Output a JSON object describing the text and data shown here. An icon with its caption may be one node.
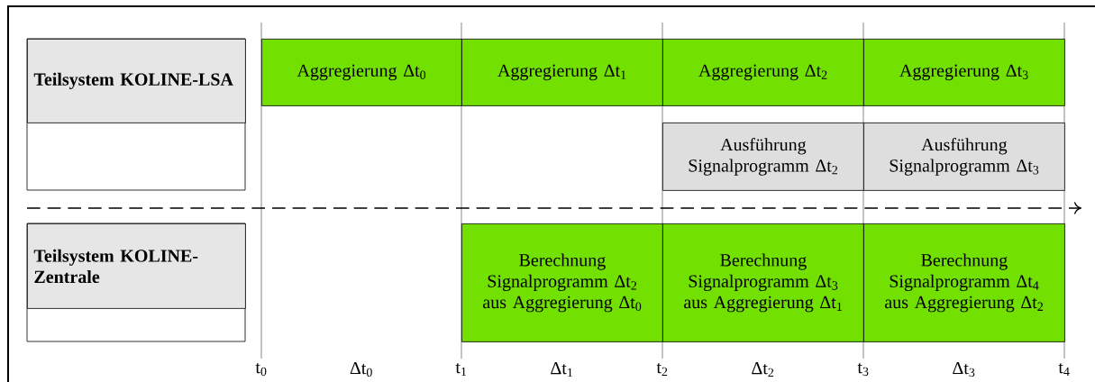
{
  "diagram": {
    "nodes": [
      {
        "text": [
          "Teilsystem KOLINE-LSA"
        ]
      },
      {
        "text": [
          "Teilsystem KOLINE-Zentrale"
        ]
      },
      {
        "text": [
          "Aggregierung Δt$_{0}$"
        ]
      },
      {
        "text": [
          "Aggregierung Δt$_{1}$"
        ]
      },
      {
        "text": [
          "Aggregierung Δt$_{2}$"
        ]
      },
      {
        "text": [
          "Aggregierung Δt$_{3}$"
        ]
      },
      {
        "text": [
          "Ausführung Signalprogramm Δt$_{2}$"
        ]
      },
      {
        "text": [
          "Ausführung Signalprogramm Δt$_{3}$"
        ]
      },
      {
        "text": [
          "Berechnung Signalprogramm Δt$_{2}$ aus Aggregierung Δt$_{0}$"
        ]
      },
      {
        "text": [
          "Berechnung Signalprogramm Δt$_{3}$ aus Aggregierung Δt$_{1}$"
        ]
      },
      {
        "text": [
          "Berechnung Signalprogramm Δt$_{4}$ aus Aggregierung Δt$_{2}$"
        ]
      }
    ],
    "labels": [
      "t$_{0}$",
      "Δt$_{0}$",
      "t$_{1}$",
      "Δt$_{1}$",
      "t$_{2}$",
      "Δt$_{2}$",
      "t$_{3}$",
      "Δt$_{3}$",
      "t$_{4}$"
    ]
  }
}
